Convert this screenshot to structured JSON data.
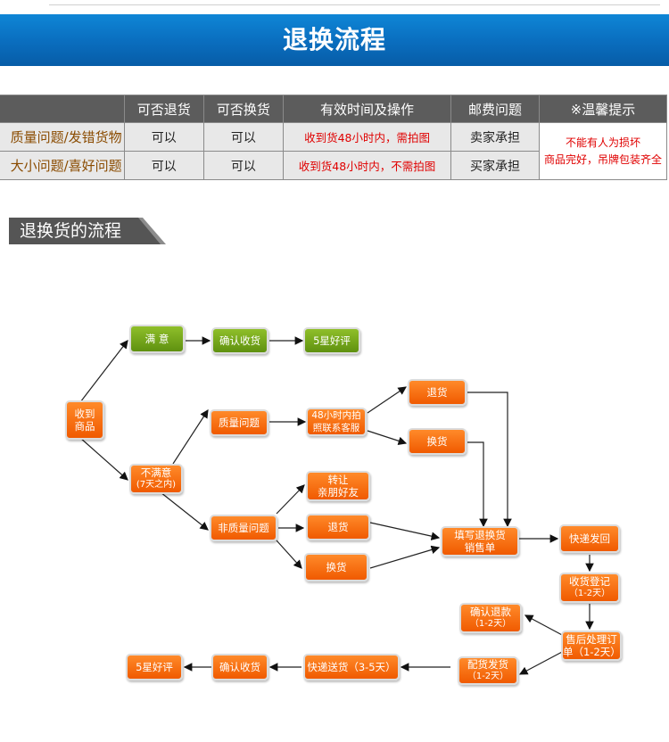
{
  "banner": {
    "title": "退换流程"
  },
  "policy_table": {
    "headers": [
      "",
      "可否退货",
      "可否换货",
      "有效时间及操作",
      "邮费问题",
      "※温馨提示"
    ],
    "rows": [
      {
        "label": "质量问题/发错货物",
        "return": "可以",
        "exchange": "可以",
        "time": "收到货48小时内，需拍图",
        "postage": "卖家承担"
      },
      {
        "label": "大小问题/喜好问题",
        "return": "可以",
        "exchange": "可以",
        "time": "收到货48小时内，不需拍图",
        "postage": "买家承担"
      }
    ],
    "note_line1": "不能有人为损坏",
    "note_line2": "商品完好，吊牌包装齐全"
  },
  "section_title": "退换货的流程",
  "flow": {
    "receive": [
      "收到",
      "商品"
    ],
    "satisfied": "满  意",
    "confirm_receipt_top": "确认收货",
    "five_star_top": "5星好评",
    "unsatisfied": [
      "不满意",
      "(7天之内)"
    ],
    "quality_issue": "质量问题",
    "photo_contact": [
      "48小时内拍",
      "照联系客服"
    ],
    "return_top": "退货",
    "exchange_top": "换货",
    "non_quality": "非质量问题",
    "transfer": [
      "转让",
      "亲朋好友"
    ],
    "return_mid": "退货",
    "exchange_mid": "换货",
    "fill_form": [
      "填写退换货",
      "销售单"
    ],
    "express_back": "快递发回",
    "receive_register": [
      "收货登记",
      "（1-2天）"
    ],
    "after_sales": [
      "售后处理订",
      "单（1-2天）"
    ],
    "confirm_refund": [
      "确认退款",
      "（1-2天）"
    ],
    "ship_goods": [
      "配货发货",
      "（1-2天）"
    ],
    "express_deliver": "快递送货（3-5天）",
    "confirm_receipt_bottom": "确认收货",
    "five_star_bottom": "5星好评"
  }
}
